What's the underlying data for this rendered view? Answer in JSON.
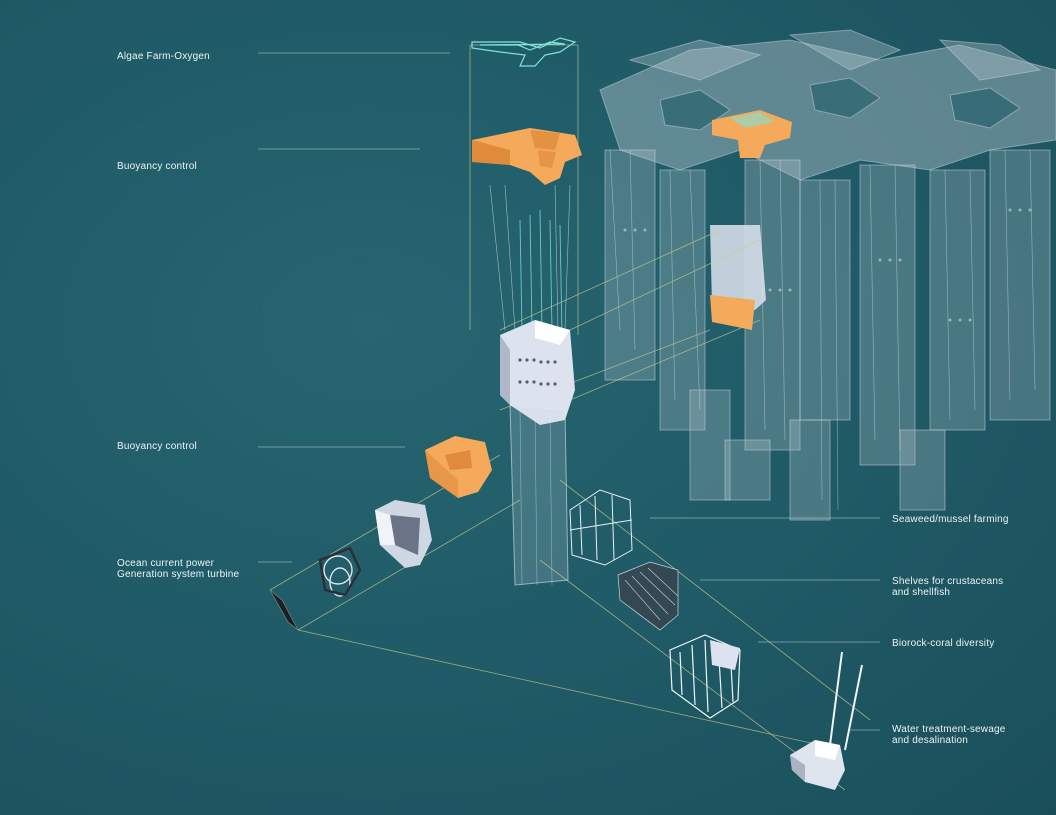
{
  "labels": {
    "algae_farm": "Algae Farm-Oxygen",
    "buoyancy_top": "Buoyancy control",
    "buoyancy_mid": "Buoyancy control",
    "turbine_line1": "Ocean current power",
    "turbine_line2": "Generation system turbine",
    "seaweed": "Seaweed/mussel farming",
    "shelves_line1": "Shelves for crustaceans",
    "shelves_line2": "and shellfish",
    "biorock": "Biorock-coral diversity",
    "water_line1": "Water treatment-sewage",
    "water_line2": "and desalination"
  },
  "colors": {
    "background": "#1f5864",
    "module_orange": "#f5a95a",
    "module_orange_dark": "#e08b3c",
    "module_white": "#dde3ee",
    "ghost_structure": "#b9c8d2",
    "guide_line": "#c9c98a",
    "cable_cyan": "#7fe3d9",
    "label_text": "#eef3f4"
  }
}
